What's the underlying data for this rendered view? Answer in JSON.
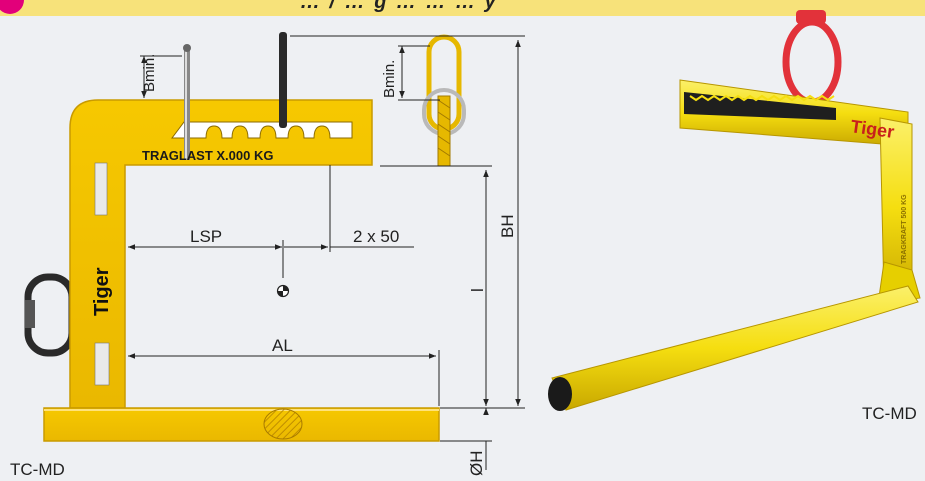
{
  "header": {
    "banner_fragment": "…   / … g …   …   … y"
  },
  "drawing": {
    "plate_text": "TRAGLAST  X.000 KG",
    "brand_vertical": "Tiger",
    "dim_bmin_left": "Bmin.",
    "dim_bmin_right": "Bmin.",
    "dim_lsp": "LSP",
    "dim_2x50": "2 x 50",
    "dim_bh": "BH",
    "dim_l": "l",
    "dim_al": "AL",
    "dim_oh": "ØH",
    "caption": "TC-MD"
  },
  "photo": {
    "brand": "Tiger",
    "side_text": "TRAGKRAFT  500  KG",
    "caption": "TC-MD"
  },
  "colors": {
    "yellow": "#f5c400",
    "yellow_dark": "#d9a800",
    "photo_yellow": "#f7e21c",
    "ring_red": "#e2323a",
    "brand_red": "#c8201c",
    "line": "#222222"
  }
}
